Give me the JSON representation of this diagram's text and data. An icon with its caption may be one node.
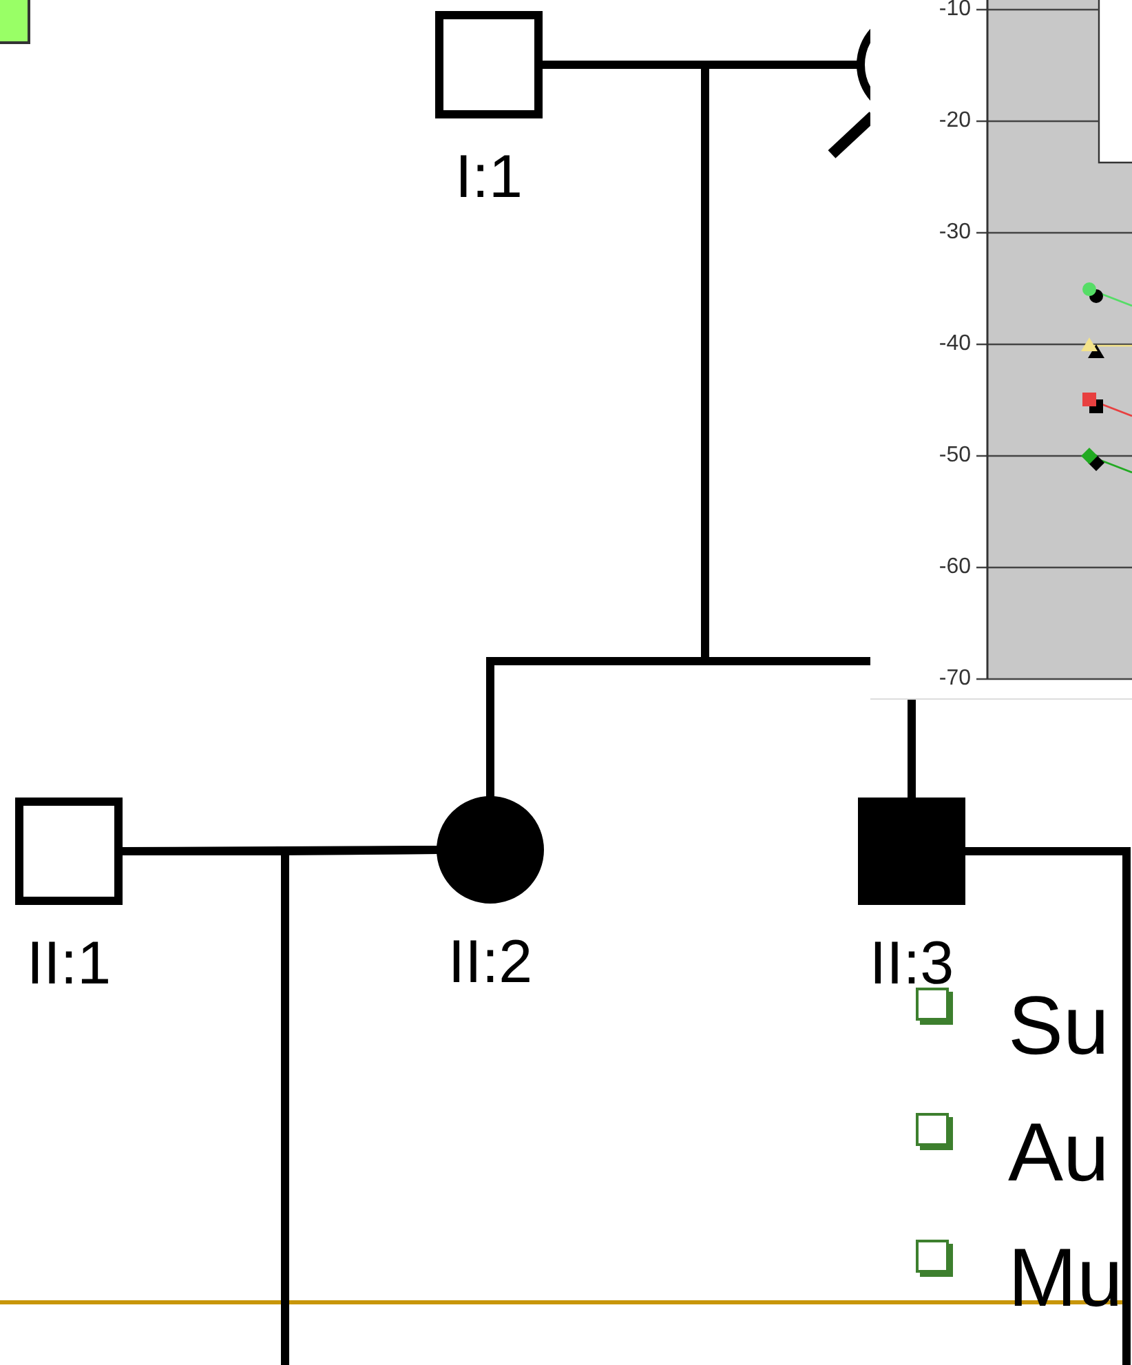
{
  "diagram": {
    "nodes": [
      {
        "text": [
          "I:1"
        ]
      },
      {
        "text": [],
        "shape": "circle"
      },
      {
        "text": [
          "II:1"
        ]
      },
      {
        "text": [
          "II:2"
        ]
      },
      {
        "text": [
          "II:3"
        ]
      }
    ],
    "edges": [
      {
        "from": 0,
        "to": 1,
        "arrow": "none"
      },
      {
        "from": 0,
        "to": 3,
        "arrow": "none"
      },
      {
        "from": 0,
        "to": 4,
        "arrow": "none"
      },
      {
        "from": 1,
        "to": 3,
        "arrow": "none"
      },
      {
        "from": 1,
        "to": 4,
        "arrow": "none"
      },
      {
        "from": 2,
        "to": 3,
        "arrow": "none"
      },
      {
        "from": 2,
        "to": null,
        "arrow": "none"
      },
      {
        "from": 3,
        "to": null,
        "arrow": "none"
      },
      {
        "from": 4,
        "to": null,
        "arrow": "none"
      }
    ],
    "labels": [
      "-10",
      "-20",
      "-30",
      "-40",
      "-50",
      "-60",
      "-70",
      "Su",
      "Au",
      "Mu"
    ]
  }
}
